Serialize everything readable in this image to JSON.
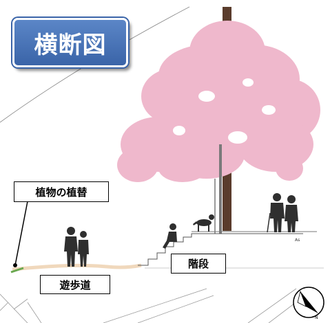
{
  "title": "横断図",
  "labels": {
    "planting": "植物の植替",
    "stairs": "階段",
    "walkway": "遊歩道"
  },
  "surface_mark": "As",
  "colors": {
    "title_bg": "#4a74b8",
    "tree_canopy": "#efb8cc",
    "trunk": "#5a3c2c",
    "walkway_surface": "#f3dcc0",
    "silhouette": "#2f2f2f",
    "planting": "#6aa84f"
  },
  "icons": {
    "north_arrow": "north-arrow-icon"
  }
}
